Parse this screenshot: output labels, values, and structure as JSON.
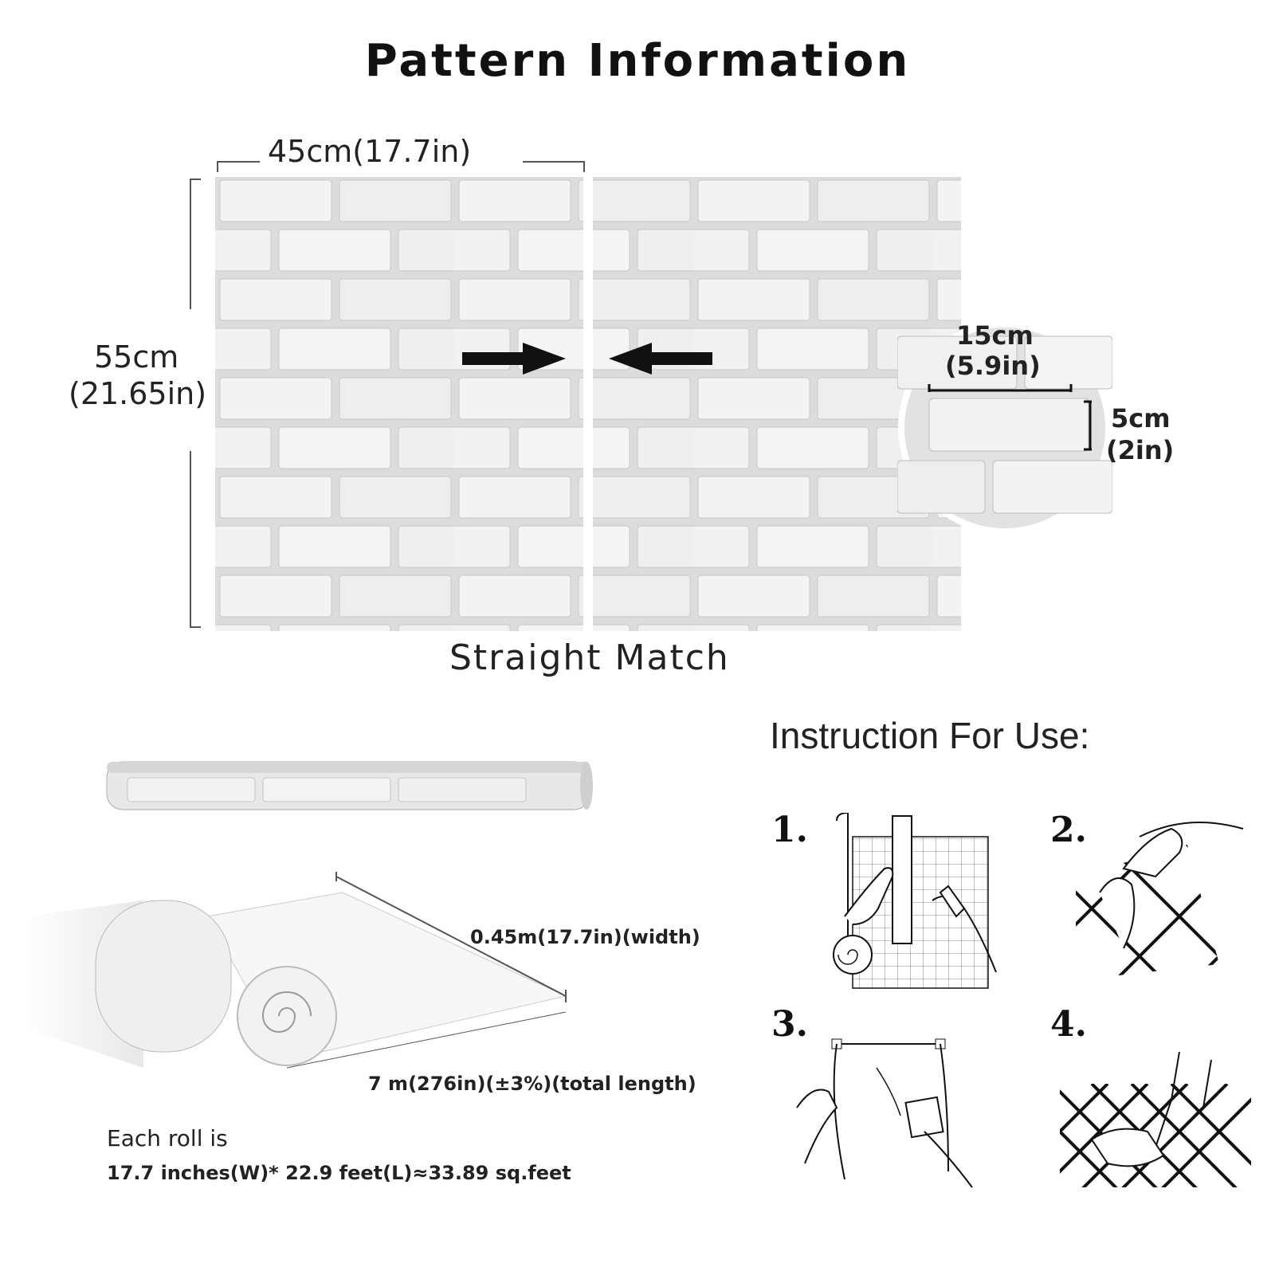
{
  "title": "Pattern Information",
  "pattern": {
    "width_label": "45cm(17.7in)",
    "height_label_cm": "55cm",
    "height_label_in": "(21.65in)",
    "brick_width_label_cm": "15cm",
    "brick_width_label_in": "(5.9in)",
    "brick_height_label_cm": "5cm",
    "brick_height_label_in": "(2in)",
    "match_caption": "Straight Match"
  },
  "roll": {
    "width_label": "0.45m(17.7in)(width)",
    "length_label": "7 m(276in)(±3%)(total length)",
    "summary_line1": "Each roll is",
    "summary_line2": "17.7 inches(W)*  22.9  feet(L)≈33.89 sq.feet"
  },
  "instructions": {
    "heading": "Instruction For Use:",
    "steps": [
      {
        "number": "1."
      },
      {
        "number": "2."
      },
      {
        "number": "3."
      },
      {
        "number": "4."
      }
    ]
  },
  "colors": {
    "brick": "#f1f1f1",
    "mortar": "#dcdcdc",
    "ink": "#111111"
  },
  "icons": {
    "arrow_right": "arrow-right-icon",
    "arrow_left": "arrow-left-icon"
  }
}
